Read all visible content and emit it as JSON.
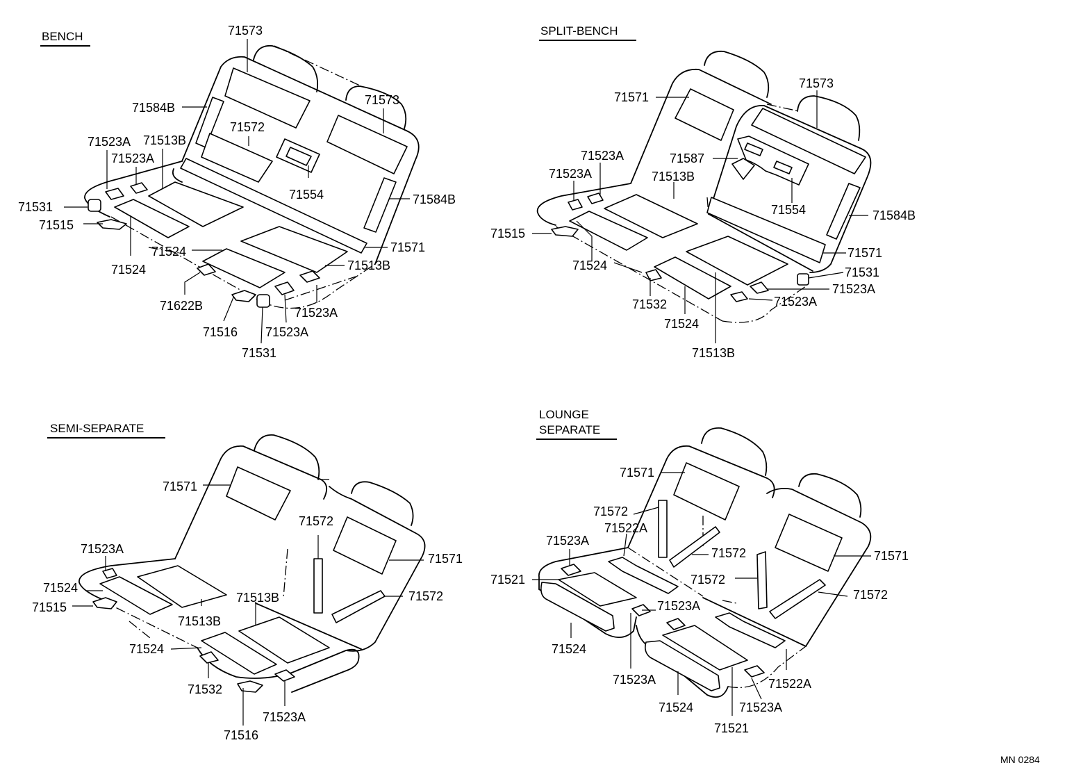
{
  "code": "MN  0284",
  "panels": {
    "bench": {
      "title": "BENCH",
      "labels": [
        "71573",
        "71573",
        "71584B",
        "71572",
        "71523A",
        "71513B",
        "71523A",
        "71554",
        "71531",
        "71584B",
        "71515",
        "71571",
        "71524",
        "71524",
        "71513B",
        "71622B",
        "71523A",
        "71516",
        "71523A",
        "71531"
      ]
    },
    "split_bench": {
      "title": "SPLIT-BENCH",
      "labels": [
        "71573",
        "71571",
        "71523A",
        "71587",
        "71523A",
        "71513B",
        "71554",
        "71584B",
        "71515",
        "71571",
        "71524",
        "71531",
        "71523A",
        "71523A",
        "71532",
        "71524",
        "71513B"
      ]
    },
    "semi_separate": {
      "title": "SEMI-SEPARATE",
      "labels": [
        "71571",
        "71572",
        "71571",
        "71523A",
        "71524",
        "71513B",
        "71572",
        "71515",
        "71513B",
        "71524",
        "71532",
        "71523A",
        "71516"
      ]
    },
    "lounge_separate": {
      "title_lines": [
        "LOUNGE",
        "SEPARATE"
      ],
      "labels": [
        "71571",
        "71572",
        "71522A",
        "71523A",
        "71572",
        "71571",
        "71521",
        "71572",
        "71572",
        "71523A",
        "71524",
        "71523A",
        "71522A",
        "71524",
        "71523A",
        "71521"
      ]
    }
  }
}
